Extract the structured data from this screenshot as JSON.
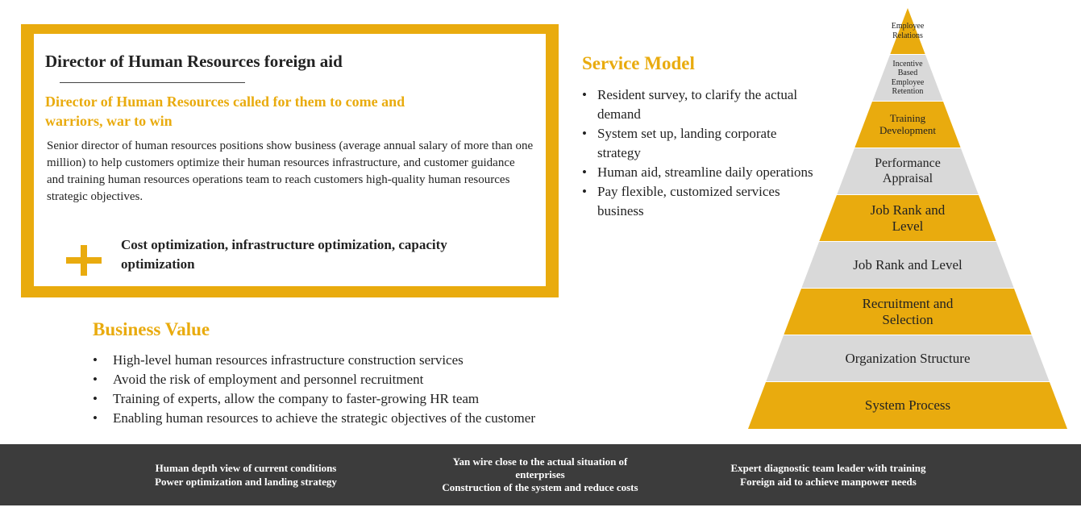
{
  "director": {
    "title": "Director of Human Resources foreign aid",
    "subtitle_line1": "Director of Human  Resources called for them to come and",
    "subtitle_line2": "warriors,  war to win",
    "body": "Senior director of human resources positions show business (average annual salary of more than one million) to help customers optimize their human resources infrastructure, and customer guidance and training human resources operations team to reach customers high-quality human resources strategic objectives.",
    "plus_text": "Cost optimization, infrastructure optimization, capacity optimization"
  },
  "service_model": {
    "title": "Service Model",
    "items": [
      "Resident survey, to clarify the actual demand",
      "System set up, landing corporate strategy",
      "Human aid, streamline daily operations",
      "Pay flexible, customized services business"
    ]
  },
  "business_value": {
    "title": "Business Value",
    "items": [
      "High-level human resources infrastructure construction services",
      "Avoid the risk of employment  and personnel recruitment",
      "Training of experts, allow the company to faster-growing HR team",
      "Enabling human resources to achieve the strategic objectives of the customer"
    ]
  },
  "pyramid": {
    "levels": [
      {
        "label_lines": [
          "Employee",
          "Relations"
        ],
        "color": "#E9AB0E"
      },
      {
        "label_lines": [
          "Incentive",
          "Based",
          "Employee",
          "Retention"
        ],
        "color": "#D9D9D9"
      },
      {
        "label_lines": [
          "Training",
          "Development"
        ],
        "color": "#E9AB0E"
      },
      {
        "label_lines": [
          "Performance",
          "Appraisal"
        ],
        "color": "#D9D9D9"
      },
      {
        "label_lines": [
          "Job Rank and",
          "Level"
        ],
        "color": "#E9AB0E"
      },
      {
        "label_lines": [
          "Job Rank and Level"
        ],
        "color": "#D9D9D9"
      },
      {
        "label_lines": [
          "Recruitment  and",
          "Selection"
        ],
        "color": "#E9AB0E"
      },
      {
        "label_lines": [
          "Organization Structure"
        ],
        "color": "#D9D9D9"
      },
      {
        "label_lines": [
          "System Process"
        ],
        "color": "#E9AB0E"
      }
    ]
  },
  "bottom_bar": {
    "items": [
      {
        "lines": [
          "Human depth view of current conditions",
          "Power optimization and landing strategy"
        ]
      },
      {
        "lines": [
          "Yan wire close to the actual situation of",
          "enterprises",
          "Construction of the system and reduce costs"
        ]
      },
      {
        "lines": [
          "Expert diagnostic team leader with training",
          "Foreign aid to achieve manpower needs"
        ]
      }
    ]
  },
  "colors": {
    "accent": "#E9AB0E",
    "light_gray": "#D9D9D9",
    "bar": "#3c3c3c"
  }
}
